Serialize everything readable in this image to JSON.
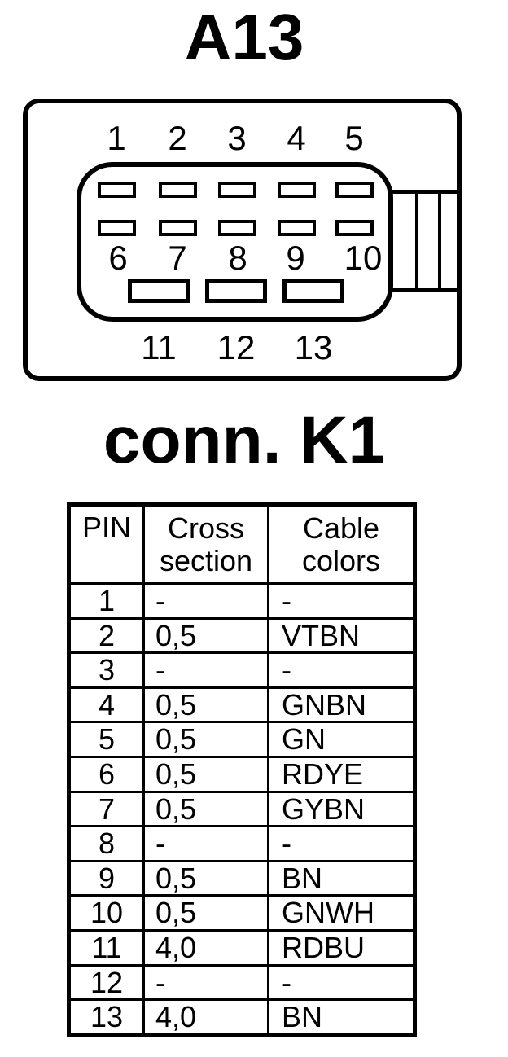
{
  "colors": {
    "ink": "#000000",
    "paper": "#ffffff"
  },
  "connector": {
    "title": "A13",
    "pin_labels_top": [
      "1",
      "2",
      "3",
      "4",
      "5"
    ],
    "pin_labels_middle": [
      "6",
      "7",
      "8",
      "9",
      "10"
    ],
    "pin_labels_bottom": [
      "11",
      "12",
      "13"
    ]
  },
  "wiring": {
    "title": "conn. K1",
    "table": {
      "headers": [
        "PIN",
        "Cross section",
        "Cable colors"
      ],
      "rows": [
        {
          "pin": "1",
          "cross_section": "-",
          "cable_color": "-"
        },
        {
          "pin": "2",
          "cross_section": "0,5",
          "cable_color": "VTBN"
        },
        {
          "pin": "3",
          "cross_section": "-",
          "cable_color": "-"
        },
        {
          "pin": "4",
          "cross_section": "0,5",
          "cable_color": "GNBN"
        },
        {
          "pin": "5",
          "cross_section": "0,5",
          "cable_color": "GN"
        },
        {
          "pin": "6",
          "cross_section": "0,5",
          "cable_color": "RDYE"
        },
        {
          "pin": "7",
          "cross_section": "0,5",
          "cable_color": "GYBN"
        },
        {
          "pin": "8",
          "cross_section": "-",
          "cable_color": "-"
        },
        {
          "pin": "9",
          "cross_section": "0,5",
          "cable_color": "BN"
        },
        {
          "pin": "10",
          "cross_section": "0,5",
          "cable_color": "GNWH"
        },
        {
          "pin": "11",
          "cross_section": "4,0",
          "cable_color": "RDBU"
        },
        {
          "pin": "12",
          "cross_section": "-",
          "cable_color": "-"
        },
        {
          "pin": "13",
          "cross_section": "4,0",
          "cable_color": "BN"
        }
      ]
    }
  }
}
